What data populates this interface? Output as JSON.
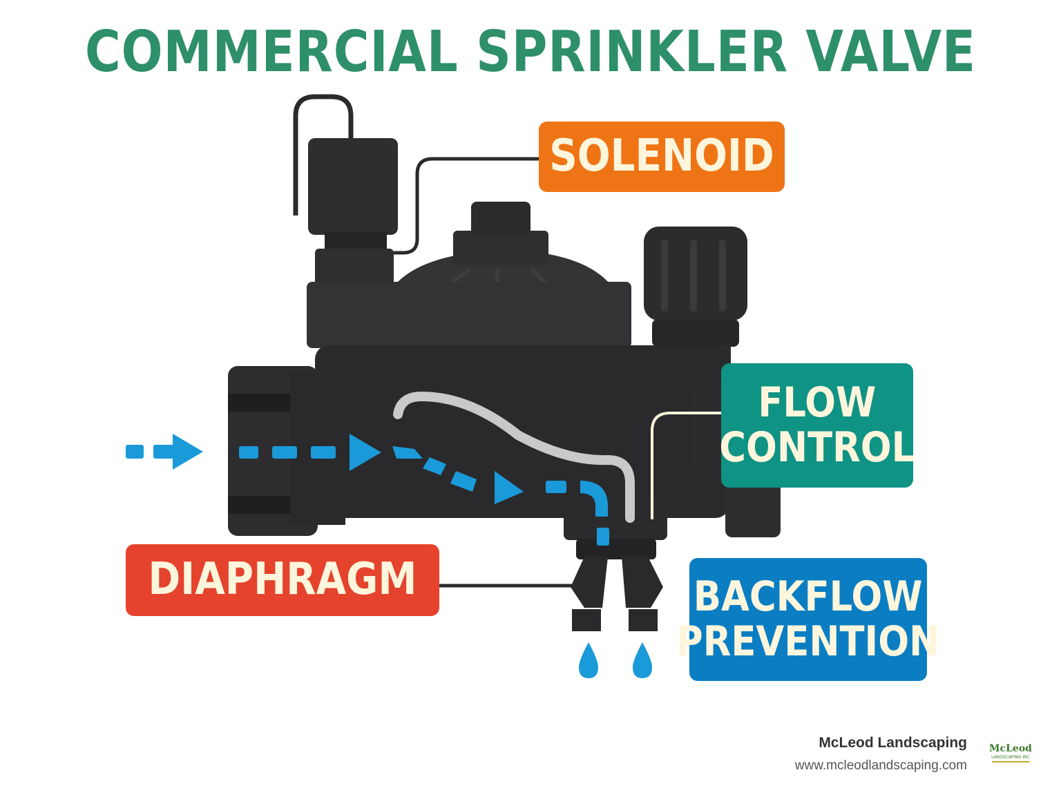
{
  "title": "COMMERCIAL SPRINKLER VALVE",
  "labels": {
    "solenoid": "SOLENOID",
    "flow_control_line1": "FLOW",
    "flow_control_line2": "CONTROL",
    "diaphragm": "DIAPHRAGM",
    "backflow_line1": "BACKFLOW",
    "backflow_line2": "PREVENTION"
  },
  "colors": {
    "title": "#2e8f6b",
    "solenoid": "#ef7415",
    "flow_control": "#0f9384",
    "diaphragm": "#e5432d",
    "backflow": "#0b7ec3",
    "water_flow": "#1a9ad9",
    "valve_body": "#2a2a2c"
  },
  "icons": [
    "flow-arrow-icon",
    "water-drop-icon",
    "mcleod-logo"
  ],
  "brand": {
    "name": "McLeod Landscaping",
    "url": "www.mcleodlandscaping.com",
    "logo_text_top": "McLeod",
    "logo_text_bottom": "LANDSCAPING INC"
  }
}
